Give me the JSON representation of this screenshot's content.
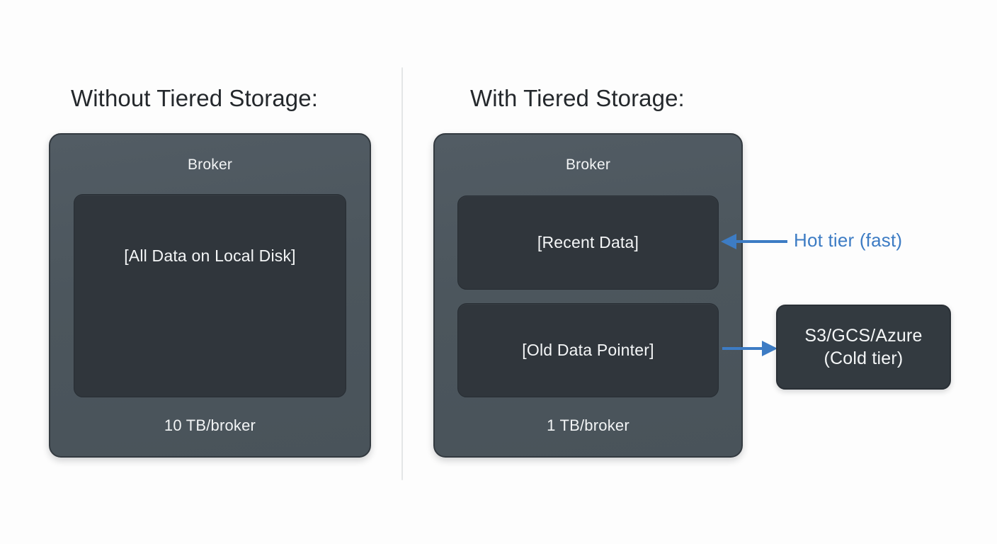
{
  "page": {
    "background_color": "#fdfdfd",
    "accent_blue": "#3d7cc4",
    "card_color": "#4e5861",
    "panel_color": "#30363c"
  },
  "columns": {
    "left": {
      "heading": "Without Tiered Storage:",
      "broker": {
        "title": "Broker",
        "panel_label": "[All Data on Local Disk]",
        "footer": "10 TB/broker"
      }
    },
    "right": {
      "heading": "With Tiered Storage:",
      "broker": {
        "title": "Broker",
        "panels": [
          {
            "label": "[Recent Data]"
          },
          {
            "label": "[Old Data Pointer]"
          }
        ],
        "footer": "1 TB/broker"
      }
    }
  },
  "annotations": {
    "hot_tier": {
      "label": "Hot tier (fast)",
      "arrow_direction": "left",
      "color": "#3d7cc4"
    },
    "cold_tier": {
      "arrow_direction": "right",
      "color": "#3d7cc4",
      "box_lines": [
        "S3/GCS/Azure",
        "(Cold tier)"
      ]
    }
  }
}
